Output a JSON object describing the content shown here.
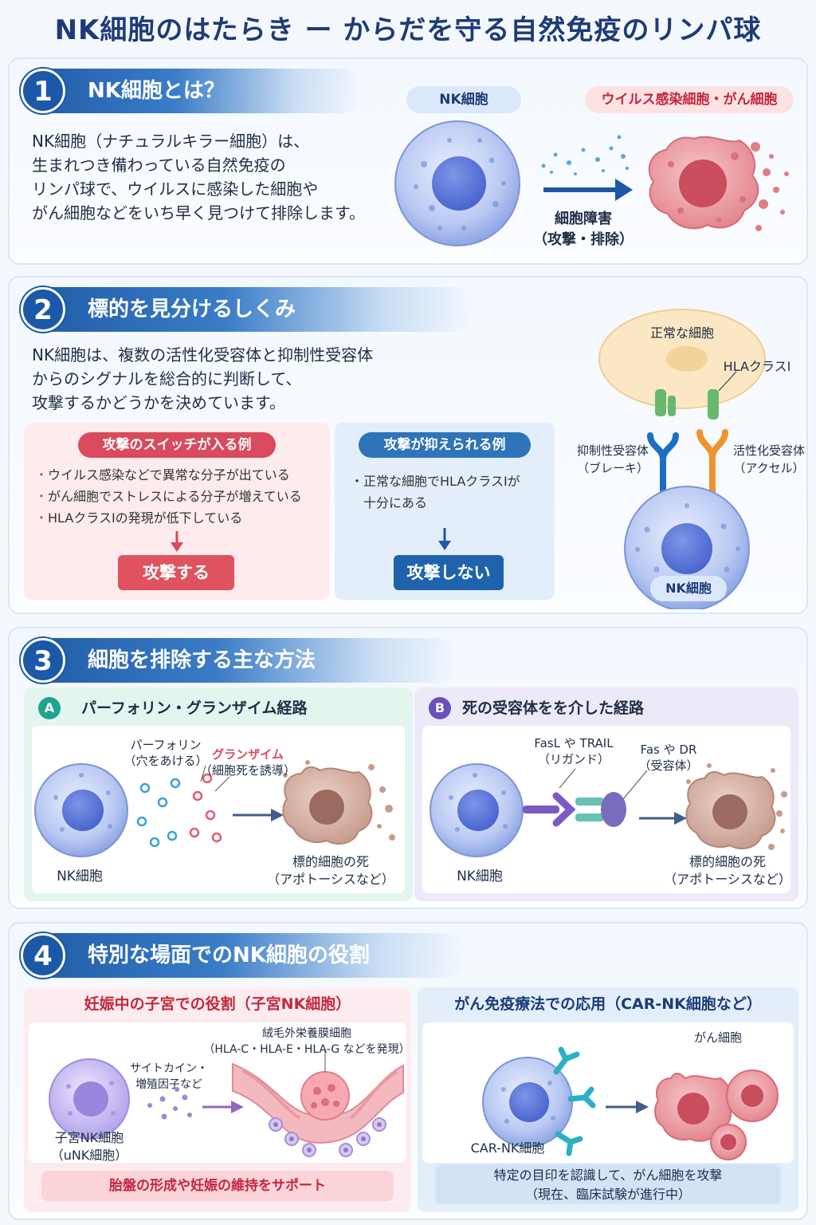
{
  "title": "NK細胞のはたらき ー からだを守る自然免疫のリンパ球",
  "s1": {
    "num": "1",
    "heading": "NK細胞とは？",
    "lines": [
      "NK細胞（ナチュラルキラー細胞）は、",
      "生まれつき備わっている自然免疫の",
      "リンパ球で、ウイルスに感染した細胞や",
      "がん細胞などをいち早く見つけて排除します。"
    ],
    "nk_label": "NK細胞",
    "target_label": "ウイルス感染細胞・がん細胞",
    "arrow_line1": "細胞障害",
    "arrow_line2": "（攻撃・排除）"
  },
  "s2": {
    "num": "2",
    "heading": "標的を見分けるしくみ",
    "lines": [
      "NK細胞は、複数の活性化受容体と抑制性受容体",
      "からのシグナルを総合的に判断して、",
      "攻撃するかどうかを決めています。"
    ],
    "attack_title": "攻撃のスイッチが入る例",
    "attack_items": [
      "ウイルス感染などで異常な分子が出ている",
      "がん細胞でストレスによる分子が増えている",
      "HLAクラスⅠの発現が低下している"
    ],
    "attack_result": "攻撃する",
    "suppress_title": "攻撃が抑えられる例",
    "suppress_items": [
      "正常な細胞でHLAクラスⅠが",
      "十分にある"
    ],
    "suppress_result": "攻撃しない",
    "normal_cell": "正常な細胞",
    "hla": "HLAクラスⅠ",
    "inhib_1": "抑制性受容体",
    "inhib_2": "（ブレーキ）",
    "activ_1": "活性化受容体",
    "activ_2": "（アクセル）",
    "nk_label": "NK細胞"
  },
  "s3": {
    "num": "3",
    "heading": "細胞を排除する主な方法",
    "a_badge": "A",
    "a_title": "パーフォリン・グランザイム経路",
    "perforin_1": "パーフォリン",
    "perforin_2": "（穴をあける）",
    "granzyme_1": "グランザイム",
    "granzyme_2": "（細胞死を誘導）",
    "a_nk": "NK細胞",
    "a_death_1": "標的細胞の死",
    "a_death_2": "（アポトーシスなど）",
    "b_badge": "B",
    "b_title": "死の受容体をを介した経路",
    "ligand_1": "FasL や TRAIL",
    "ligand_2": "（リガンド）",
    "receptor_1": "Fas や DR",
    "receptor_2": "（受容体）",
    "b_nk": "NK細胞",
    "b_death_1": "標的細胞の死",
    "b_death_2": "（アポトーシスなど）"
  },
  "s4": {
    "num": "4",
    "heading": "特別な場面でのNK細胞の役割",
    "l_title": "妊娠中の子宮での役割（子宮NK細胞）",
    "troph_1": "絨毛外栄養膜細胞",
    "troph_2": "（HLA-C・HLA-E・HLA-G などを発現）",
    "cytokine_1": "サイトカイン・",
    "cytokine_2": "増殖因子など",
    "unk_1": "子宮NK細胞",
    "unk_2": "（uNK細胞）",
    "l_footer": "胎盤の形成や妊娠の維持をサポート",
    "r_title": "がん免疫療法での応用（CAR-NK細胞など）",
    "cancer": "がん細胞",
    "carnk": "CAR-NK細胞",
    "r_footer_1": "特定の目印を認識して、がん細胞を攻撃",
    "r_footer_2": "（現在、臨床試験が進行中）"
  },
  "colors": {
    "navy": "#1d3b78",
    "blue": "#1c58a8",
    "red": "#d94a5c",
    "green": "#1fa58d",
    "purple": "#6a4fbf"
  }
}
